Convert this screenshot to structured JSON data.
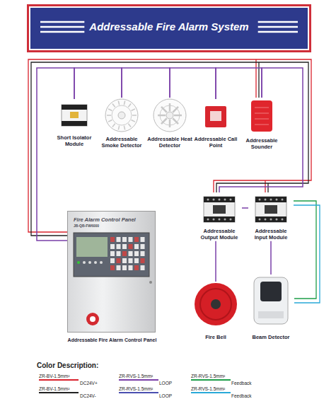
{
  "diagram": {
    "title": "Addressable Fire Alarm System",
    "nodes": [
      {
        "text": [
          "Short Isolator Module"
        ]
      },
      {
        "text": [
          "Addressable Smoke Detector"
        ]
      },
      {
        "text": [
          "Addressable Heat Detector"
        ]
      },
      {
        "text": [
          "Addressable Call Point"
        ]
      },
      {
        "text": [
          "Addressable Sounder"
        ]
      },
      {
        "text": [
          "Addressable Output Module"
        ]
      },
      {
        "text": [
          "Addressable Input Module"
        ]
      },
      {
        "text": [
          "Fire Alarm Control Panel",
          "JB-QB-FW6000",
          "Addressable Fire Alarm Control Panel"
        ]
      },
      {
        "text": [
          "Fire Bell"
        ]
      },
      {
        "text": [
          "Beam Detector"
        ]
      }
    ],
    "edges": [
      {
        "from": 7,
        "to": 0,
        "arrow": "none"
      },
      {
        "from": 0,
        "to": 1,
        "arrow": "none"
      },
      {
        "from": 1,
        "to": 2,
        "arrow": "none"
      },
      {
        "from": 2,
        "to": 3,
        "arrow": "none"
      },
      {
        "from": 3,
        "to": 4,
        "arrow": "none"
      },
      {
        "from": 4,
        "to": 5,
        "arrow": "none"
      },
      {
        "from": 5,
        "to": 6,
        "arrow": "none"
      },
      {
        "from": 5,
        "to": 8,
        "arrow": "none"
      },
      {
        "from": 6,
        "to": 9,
        "arrow": "none"
      }
    ],
    "labels": [
      "Color Description:",
      "DC24V+",
      "LOOP",
      "Feedback",
      "DC24V-",
      "LOOP",
      "Feedback"
    ],
    "legend": [
      {
        "text": "ZR-BV-1.5mm²",
        "color": "#d9232d"
      },
      {
        "text": "ZR-RVS-1.5mm²",
        "color": "#7a3fa8"
      },
      {
        "text": "ZR-RVS-1.5mm²",
        "color": "#1e9e4a"
      },
      {
        "text": "ZR-BV-1.5mm²",
        "color": "#222222"
      },
      {
        "text": "ZR-RVS-1.5mm²",
        "color": "#4a4fb0"
      },
      {
        "text": "ZR-RVS-1.5mm²",
        "color": "#29a9d8"
      }
    ]
  }
}
